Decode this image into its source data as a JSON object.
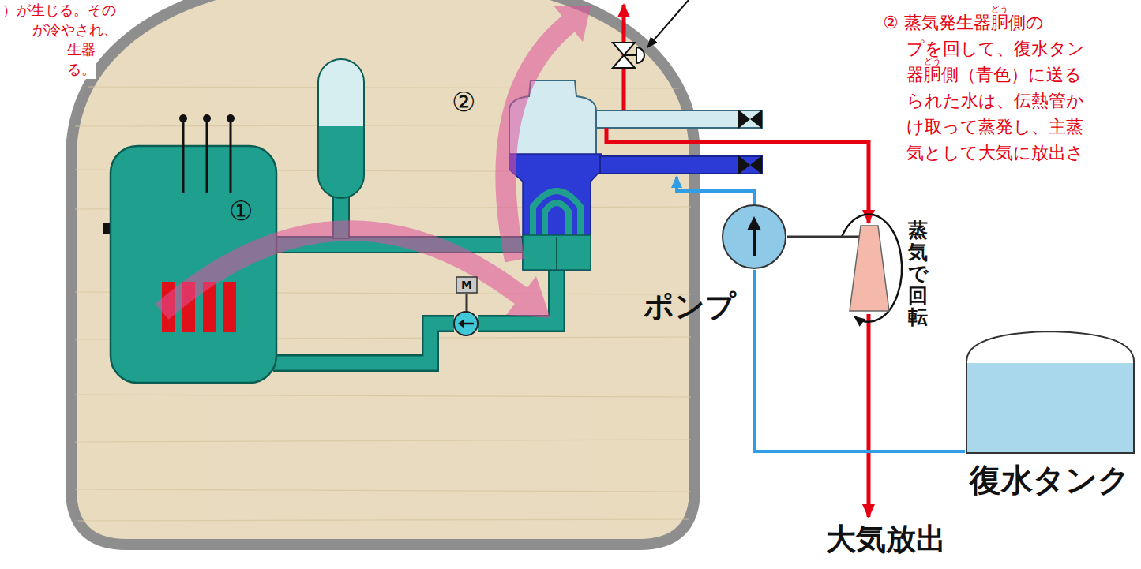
{
  "diagram": {
    "nodes": [
      {
        "text": [
          "ポンプ"
        ]
      },
      {
        "text": [
          "蒸気で回転"
        ]
      },
      {
        "text": [
          "復水タンク"
        ]
      },
      {
        "text": [
          "M"
        ]
      }
    ],
    "edges": [
      {
        "from": 2,
        "to": 0,
        "arrow": "none"
      },
      {
        "from": 0,
        "to": 1,
        "arrow": "none"
      }
    ],
    "labels": [
      "）が生じる。その が冷やされ、 生器 る。",
      "② 蒸気発生器胴側の プを回して、復水タン 器胴側（青色）に送る られた水は、伝熱管か け取って蒸発し、主蒸 気として大気に放出さ",
      "どう",
      "どう",
      "①",
      "②",
      "大気放出"
    ]
  }
}
